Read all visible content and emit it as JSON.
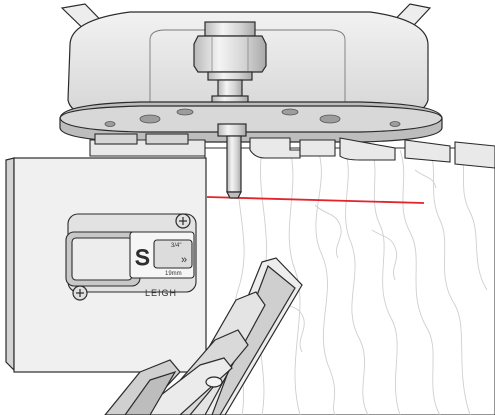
{
  "slider": {
    "letter": "S",
    "size_top": "3/4\"",
    "size_bottom": "19mm",
    "arrows": "»",
    "brand": "LEIGH"
  },
  "colors": {
    "guide_line": "#e3242b",
    "outline": "#2b2b2b",
    "metal": "#d9d9d9",
    "wood_grain": "#c8c8c8"
  },
  "icons": [
    "screw-icon",
    "screw-icon",
    "router-bit-icon",
    "chevron-right-icon"
  ]
}
